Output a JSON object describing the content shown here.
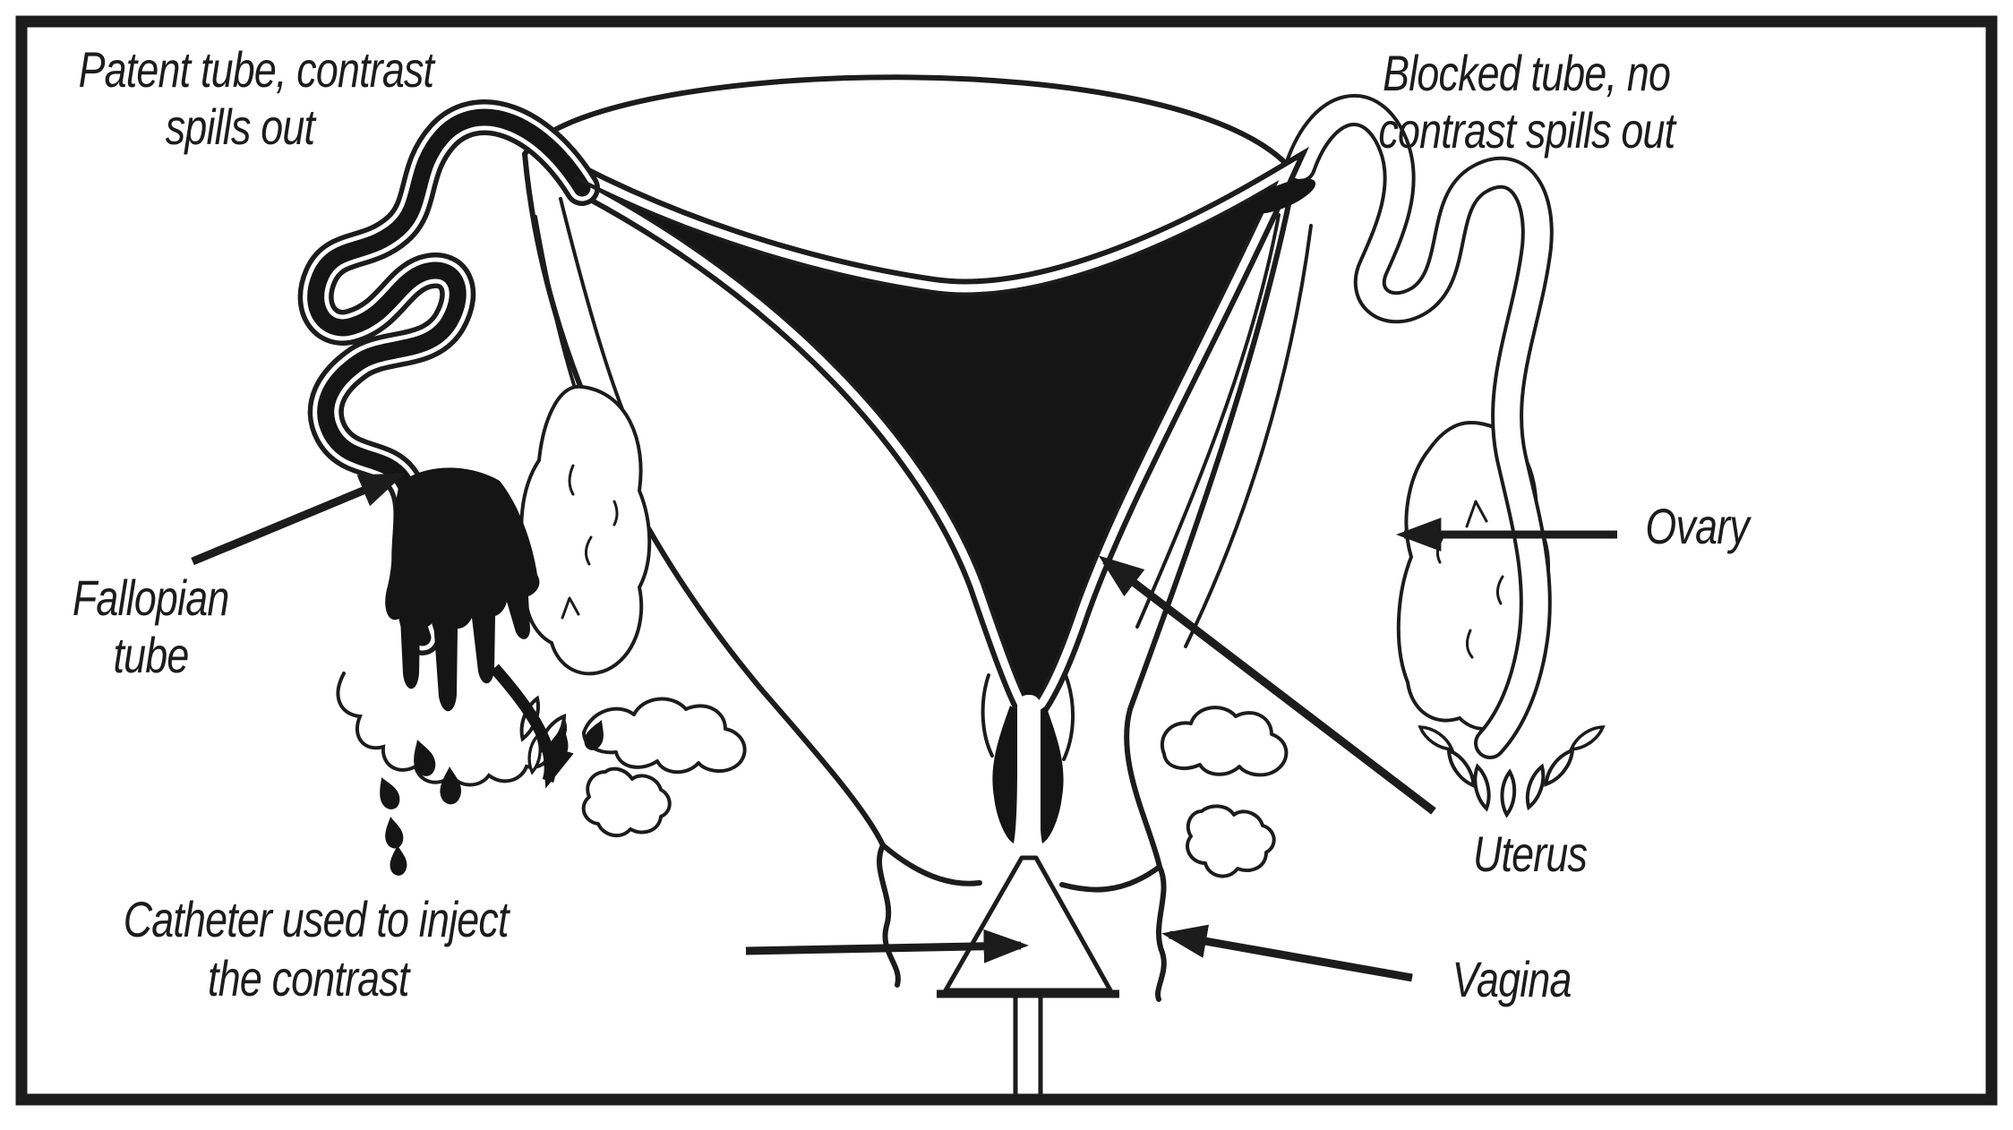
{
  "annotations": {
    "patent_tube": {
      "line1": "Patent tube, contrast",
      "line2": "spills out"
    },
    "blocked_tube": {
      "line1": "Blocked tube, no",
      "line2": "contrast spills out"
    },
    "fallopian_tube": {
      "line1": "Fallopian",
      "line2": "tube"
    },
    "ovary": {
      "text": "Ovary"
    },
    "uterus": {
      "text": "Uterus"
    },
    "catheter": {
      "line1": "Catheter used to inject",
      "line2": "the contrast"
    },
    "vagina": {
      "text": "Vagina"
    }
  },
  "colors": {
    "ink": "#1c1c1c",
    "contrast_fill": "#151515",
    "background": "#ffffff"
  }
}
